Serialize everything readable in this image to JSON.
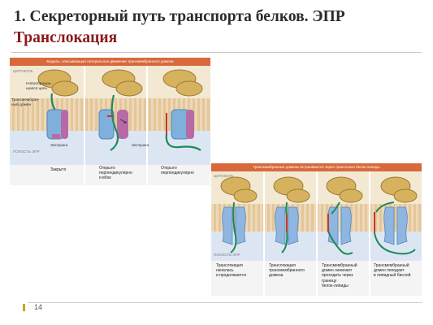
{
  "slide": {
    "title_line1": "1. Секреторный путь транспорта белков. ЭПР",
    "title_line2": "Транслокация",
    "page_number": "14"
  },
  "panel_left": {
    "header": "Модель, описывающая латеральное движение трансмембранного домена",
    "zone_top": "ЦИТОЗОЛЬ",
    "zone_bottom": "ПОЛОСТЬ ЭПР",
    "labels": {
      "chain": "Новообразую-\nщаяся цепь",
      "domain": "Трансмембран-\nный домен",
      "plug1": "Заглушка",
      "plug2": "Заглушка"
    },
    "captions": [
      "Закрыто",
      "Открыто\nперпендикулярно\nи вбок",
      "Открыто\nперпендикулярно"
    ]
  },
  "panel_right": {
    "header": "Трансмембранные домены встраиваются через транслокон белок-липиды",
    "zone_top": "ЦИТОЗОЛЬ",
    "zone_bottom": "ПОЛОСТЬ ЭПР",
    "captions": [
      "Транслокация\nначалась\nи продолжается",
      "Транслокация\nтрансмембранного\nдомена",
      "Трансмембранный\nдомен начинает\nпроходить через\nграницу\nбелок-липиды",
      "Трансмембранный\nдомен попадает\nв липидный бислой"
    ]
  },
  "colors": {
    "ribosome": "#d6b25e",
    "ribosome_stroke": "#9b7a33",
    "channel_left": "#7fb0dc",
    "channel_right": "#8fb6e0",
    "plug": "#b86aa6",
    "peptide_green": "#1f8a5a",
    "peptide_red": "#c0392b",
    "header_orange": "#d7693c"
  }
}
